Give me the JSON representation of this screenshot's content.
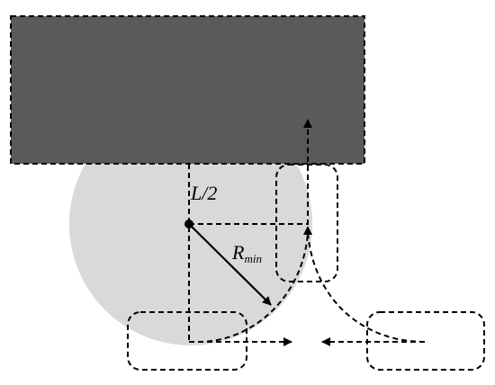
{
  "labels": {
    "half_length": "L/2",
    "radius_main": "R",
    "radius_sub": "min"
  },
  "colors": {
    "obstacle_fill": "#5a5a5a",
    "turning_circle_fill": "#d9d9d9",
    "stroke": "#000000",
    "background": "#ffffff"
  }
}
